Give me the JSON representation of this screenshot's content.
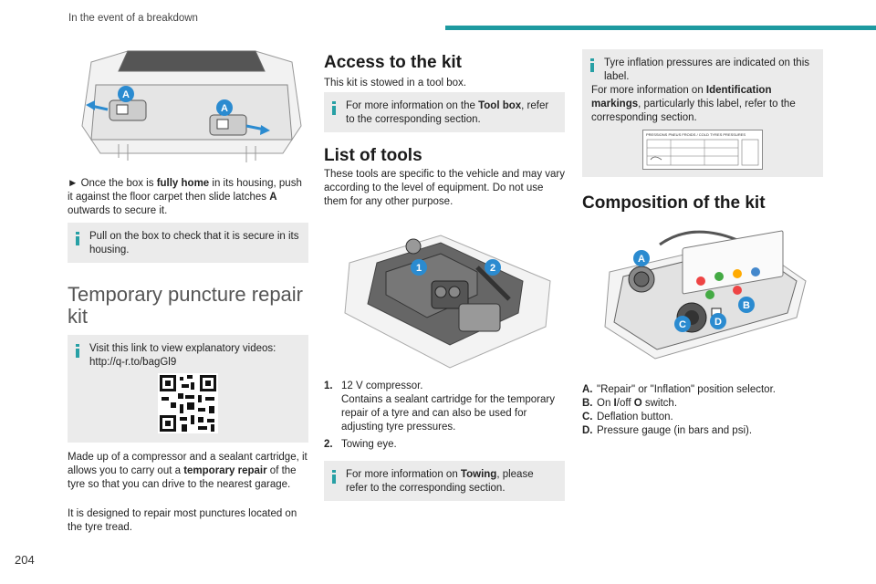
{
  "header": {
    "section_title": "In the event of a breakdown"
  },
  "page_number": "204",
  "col1": {
    "step_prefix": "► Once the box is ",
    "step_bold1": "fully home",
    "step_mid": " in its housing, push it against the floor carpet then slide latches ",
    "step_bold2": "A",
    "step_suffix": " outwards to secure it.",
    "note1": "Pull on the box to check that it is secure in its housing.",
    "heading": "Temporary puncture repair kit",
    "note2_line1": "Visit this link to view explanatory videos:",
    "note2_line2": "http://q-r.to/bagGl9",
    "para_a": "Made up of a compressor and a sealant cartridge, it allows you to carry out a ",
    "para_bold": "temporary repair",
    "para_b": " of the tyre so that you can drive to the nearest garage.",
    "para2": "It is designed to repair most punctures located on the tyre tread.",
    "callout_a": "A"
  },
  "col2": {
    "heading_access": "Access to the kit",
    "access_text": "This kit is stowed in a tool box.",
    "note1_a": "For more information on the ",
    "note1_bold": "Tool box",
    "note1_b": ", refer to the corresponding section.",
    "heading_tools": "List of tools",
    "tools_text": "These tools are specific to the vehicle and may vary according to the level of equipment. Do not use them for any other purpose.",
    "items": [
      {
        "num": "1.",
        "line1": "12 V compressor.",
        "line2": "Contains a sealant cartridge for the temporary repair of a tyre and can also be used for adjusting tyre pressures."
      },
      {
        "num": "2.",
        "line1": "Towing eye.",
        "line2": ""
      }
    ],
    "callout_1": "1",
    "callout_2": "2",
    "note2_a": "For more information on ",
    "note2_bold": "Towing",
    "note2_b": ", please refer to the corresponding section."
  },
  "col3": {
    "note_text": "Tyre inflation pressures are indicated on this label.",
    "more_a": "For more information on ",
    "more_bold": "Identification markings",
    "more_b": ", particularly this label, refer to the corresponding section.",
    "label_title": "PRESSIONS PNEUS FROIDS / COLD TYRES PRESSURES",
    "heading_comp": "Composition of the kit",
    "callouts": [
      "A",
      "B",
      "C",
      "D"
    ],
    "items": [
      {
        "letter": "A.",
        "text": "\"Repair\" or \"Inflation\" position selector."
      },
      {
        "letter": "B.",
        "pre": "On ",
        "b1": "I",
        "mid": "/off ",
        "b2": "O",
        "post": " switch."
      },
      {
        "letter": "C.",
        "text": "Deflation button."
      },
      {
        "letter": "D.",
        "text": "Pressure gauge (in bars and psi)."
      }
    ]
  },
  "colors": {
    "accent": "#1e9aa0",
    "note_bg": "#ebebeb",
    "callout": "#2b8bd0"
  }
}
